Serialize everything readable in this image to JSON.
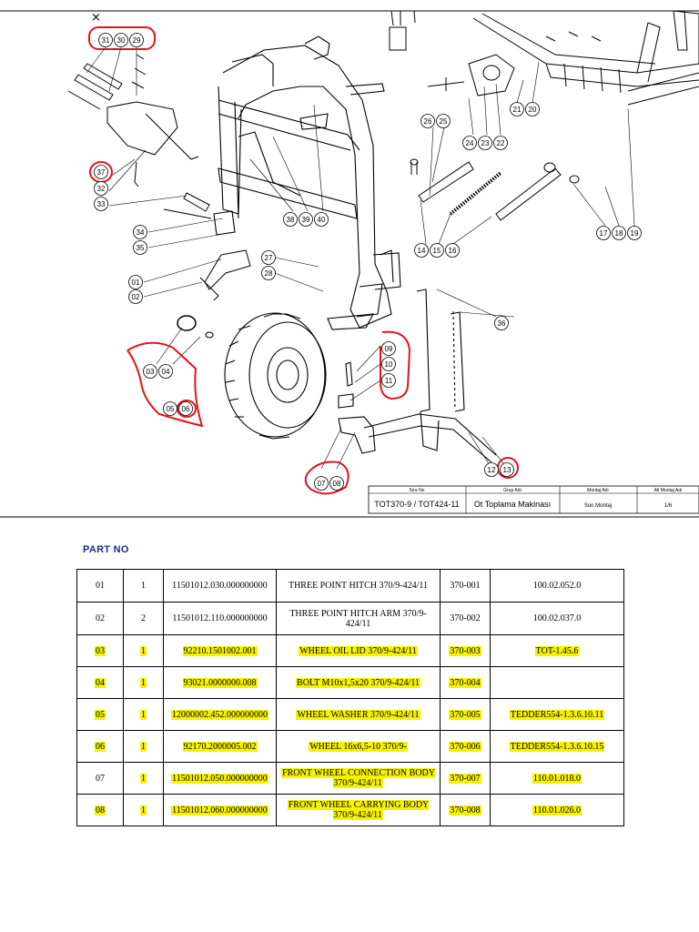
{
  "drawing": {
    "close_glyph": "×",
    "callouts": [
      "31",
      "30",
      "29",
      "37",
      "32",
      "33",
      "34",
      "35",
      "01",
      "02",
      "03",
      "04",
      "05",
      "06",
      "07",
      "08",
      "09",
      "10",
      "11",
      "12",
      "13",
      "14",
      "15",
      "16",
      "17",
      "18",
      "19",
      "20",
      "21",
      "22",
      "23",
      "24",
      "25",
      "26",
      "27",
      "28",
      "36",
      "38",
      "39",
      "40"
    ],
    "title_block": {
      "headers": [
        "Sıra No",
        "Grup Adı",
        "Montaj Adı",
        "Alt Montaj Adı"
      ],
      "values": [
        "TOT370-9 / TOT424-11",
        "Ot Toplama Makinası",
        "Son Montaj",
        "1/6"
      ]
    },
    "markup_color": "#e0141e"
  },
  "section_label": "PART NO",
  "highlight_color": "#f5f200",
  "table": {
    "rows": [
      {
        "no": "01",
        "qty": "1",
        "code": "11501012.030.000000000",
        "desc": "THREE POINT HITCH 370/9-424/11",
        "ref": "370-001",
        "alt": "100.02.052.0",
        "hl": []
      },
      {
        "no": "02",
        "qty": "2",
        "code": "11501012.110.000000000",
        "desc": "THREE POINT HITCH ARM 370/9-424/11",
        "ref": "370-002",
        "alt": "100.02.037.0",
        "hl": []
      },
      {
        "no": "03",
        "qty": "1",
        "code": "92210.1501002.001",
        "desc": "WHEEL OIL LID 370/9-424/11",
        "ref": "370-003",
        "alt": "TOT-1.45.6",
        "hl": [
          "no",
          "qty",
          "code",
          "desc",
          "ref",
          "alt"
        ]
      },
      {
        "no": "04",
        "qty": "1",
        "code": "93021.0000000.008",
        "desc": "BOLT  M10x1,5x20 370/9-424/11",
        "ref": "370-004",
        "alt": "",
        "hl": [
          "no",
          "qty",
          "code",
          "desc",
          "ref"
        ]
      },
      {
        "no": "05",
        "qty": "1",
        "code": "12000002.452.000000000",
        "desc": "WHEEL WASHER 370/9-424/11",
        "ref": "370-005",
        "alt": "TEDDER554-1.3.6.10.11",
        "hl": [
          "no",
          "qty",
          "code",
          "desc",
          "ref",
          "alt"
        ]
      },
      {
        "no": "06",
        "qty": "1",
        "code": "92170.2000005.002",
        "desc": "WHEEL 16x6,5-10 370/9-",
        "ref": "370-006",
        "alt": "TEDDER554-1.3.6.10.15",
        "hl": [
          "no",
          "qty",
          "code",
          "desc",
          "ref",
          "alt"
        ]
      },
      {
        "no": "07",
        "qty": "1",
        "code": "11501012.050.000000000",
        "desc": "FRONT WHEEL CONNECTION BODY 370/9-424/11",
        "ref": "370-007",
        "alt": "110.01.018.0",
        "hl": [
          "qty",
          "code",
          "desc",
          "ref",
          "alt"
        ]
      },
      {
        "no": "08",
        "qty": "1",
        "code": "11501012.060.000000000",
        "desc": "FRONT WHEEL CARRYING BODY 370/9-424/11",
        "ref": "370-008",
        "alt": "110.01.026.0",
        "hl": [
          "no",
          "qty",
          "code",
          "desc",
          "ref",
          "alt"
        ]
      }
    ]
  }
}
